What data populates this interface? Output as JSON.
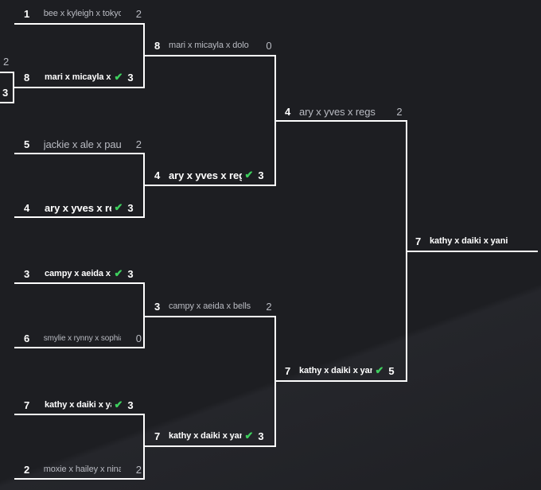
{
  "edge": {
    "top_score": "2",
    "bottom_score": "3"
  },
  "round1": [
    {
      "seed": "1",
      "name": "bee x kyleigh x tokyo",
      "score": "2",
      "win": false
    },
    {
      "seed": "8",
      "name": "mari x micayla x dolo",
      "score": "3",
      "win": true
    },
    {
      "seed": "5",
      "name": "jackie x ale x pau",
      "score": "2",
      "win": false
    },
    {
      "seed": "4",
      "name": "ary x yves x regs",
      "score": "3",
      "win": true
    },
    {
      "seed": "3",
      "name": "campy x aeida x bells",
      "score": "3",
      "win": true
    },
    {
      "seed": "6",
      "name": "smylie x rynny x sophia",
      "score": "0",
      "win": false
    },
    {
      "seed": "7",
      "name": "kathy x daiki x yani",
      "score": "3",
      "win": true
    },
    {
      "seed": "2",
      "name": "moxie x hailey x nina",
      "score": "2",
      "win": false
    }
  ],
  "round2": [
    {
      "seed": "8",
      "name": "mari x micayla x dolo",
      "score": "0",
      "win": false
    },
    {
      "seed": "4",
      "name": "ary x yves x regs",
      "score": "3",
      "win": true
    },
    {
      "seed": "3",
      "name": "campy x aeida x bells",
      "score": "2",
      "win": false
    },
    {
      "seed": "7",
      "name": "kathy x daiki x yani",
      "score": "3",
      "win": true
    }
  ],
  "round3": [
    {
      "seed": "4",
      "name": "ary x yves x regs",
      "score": "2",
      "win": false
    },
    {
      "seed": "7",
      "name": "kathy x daiki x yani",
      "score": "5",
      "win": true
    }
  ],
  "champion": {
    "seed": "7",
    "name": "kathy x daiki x yani"
  },
  "colors": {
    "line": "#ffffff",
    "check": "#3ecf5e",
    "background": "#1d1e22"
  }
}
